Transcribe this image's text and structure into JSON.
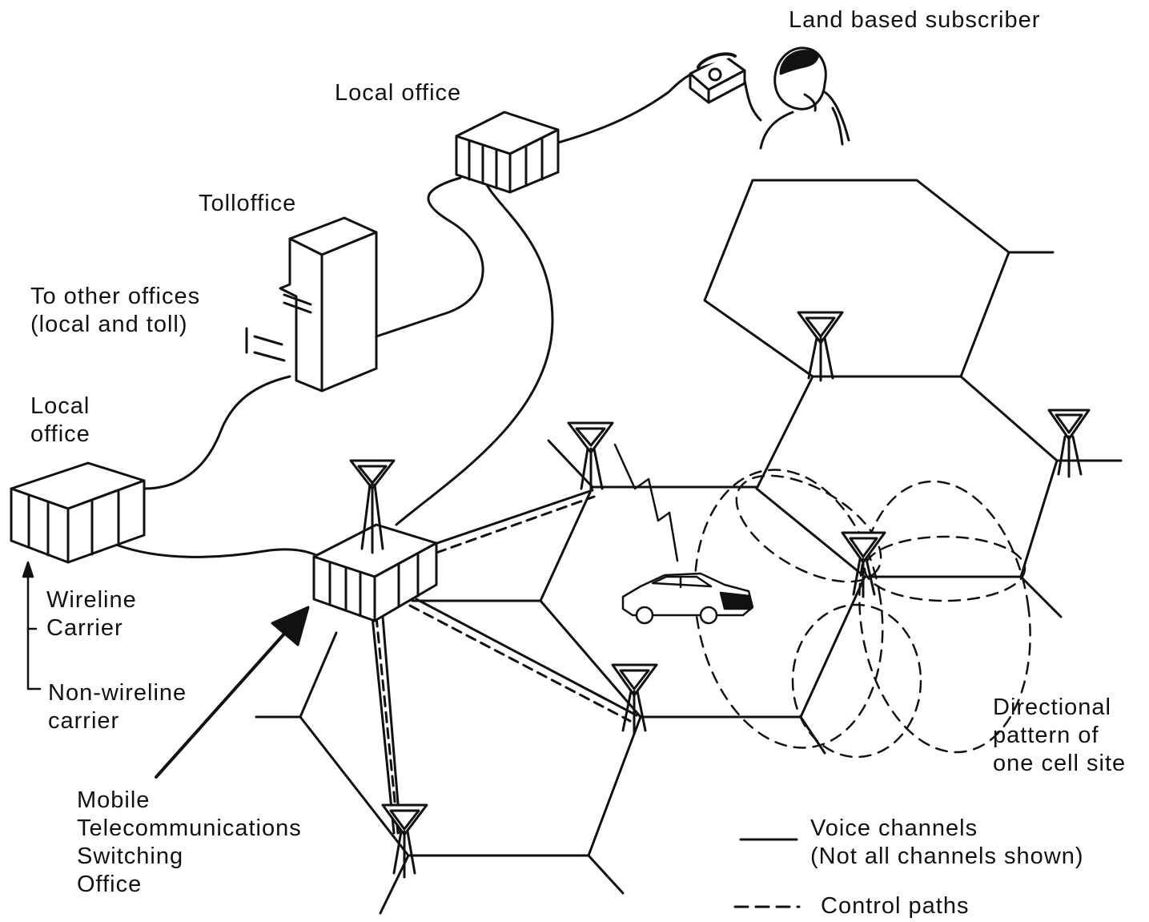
{
  "labels": {
    "land_subscriber": "Land based subscriber",
    "local_office_top": "Local office",
    "toll_office": "Tolloffice",
    "other_offices_line1": "To other offices",
    "other_offices_line2": "(local and  toll)",
    "local_office_left_line1": "Local",
    "local_office_left_line2": "office",
    "wireline_line1": "Wireline",
    "wireline_line2": "Carrier",
    "nonwireline_line1": "Non-wireline",
    "nonwireline_line2": "carrier",
    "mtso_line1": "Mobile",
    "mtso_line2": "Telecommunications",
    "mtso_line3": "Switching",
    "mtso_line4": "Office",
    "directional_line1": "Directional",
    "directional_line2": "pattern of",
    "directional_line3": "one cell site"
  },
  "legend": {
    "voice_line1": "Voice channels",
    "voice_line2": "(Not all channels shown)",
    "control": "Control paths"
  },
  "colors": {
    "ink": "#111111",
    "background": "#ffffff"
  }
}
